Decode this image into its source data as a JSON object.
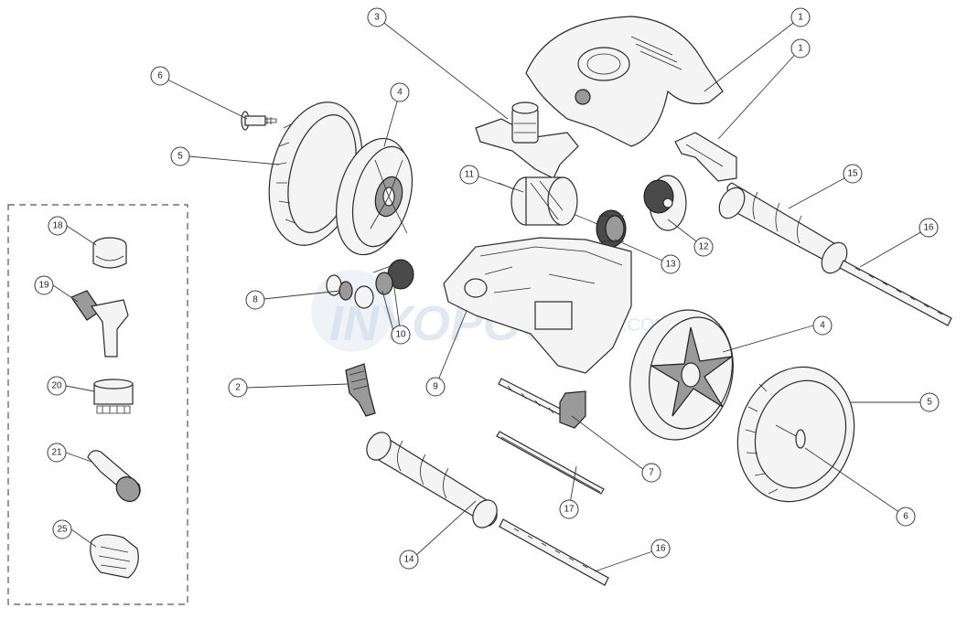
{
  "watermark": {
    "text": "INYOPOOLS",
    "suffix": ".COM"
  },
  "callouts": [
    {
      "id": "1a",
      "label": "1"
    },
    {
      "id": "1b",
      "label": "1"
    },
    {
      "id": "2",
      "label": "2"
    },
    {
      "id": "3",
      "label": "3"
    },
    {
      "id": "4a",
      "label": "4"
    },
    {
      "id": "4b",
      "label": "4"
    },
    {
      "id": "5a",
      "label": "5"
    },
    {
      "id": "5b",
      "label": "5"
    },
    {
      "id": "6a",
      "label": "6"
    },
    {
      "id": "6b",
      "label": "6"
    },
    {
      "id": "7",
      "label": "7"
    },
    {
      "id": "8",
      "label": "8"
    },
    {
      "id": "9",
      "label": "9"
    },
    {
      "id": "10",
      "label": "10"
    },
    {
      "id": "11",
      "label": "11"
    },
    {
      "id": "12",
      "label": "12"
    },
    {
      "id": "13",
      "label": "13"
    },
    {
      "id": "14",
      "label": "14"
    },
    {
      "id": "15",
      "label": "15"
    },
    {
      "id": "16a",
      "label": "16"
    },
    {
      "id": "16b",
      "label": "16"
    },
    {
      "id": "17",
      "label": "17"
    },
    {
      "id": "18",
      "label": "18"
    },
    {
      "id": "19",
      "label": "19"
    },
    {
      "id": "20",
      "label": "20"
    },
    {
      "id": "21",
      "label": "21"
    },
    {
      "id": "25",
      "label": "25"
    }
  ]
}
